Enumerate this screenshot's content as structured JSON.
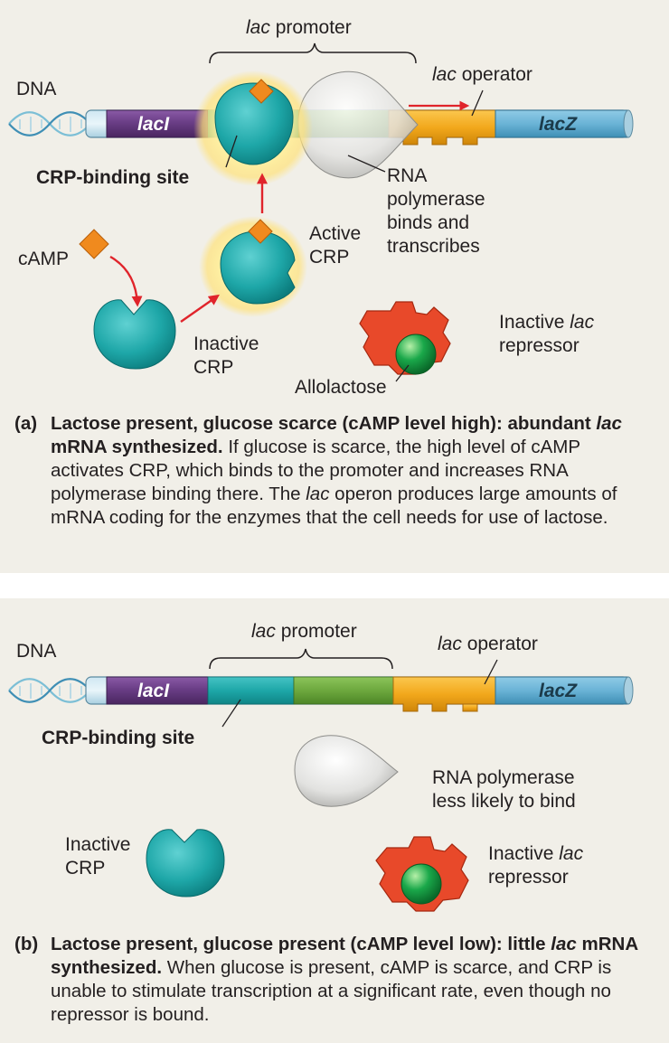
{
  "panel_a": {
    "lac_promoter": "lac promoter",
    "dna": "DNA",
    "lac_operator": "lac operator",
    "laci": "lacI",
    "lacz": "lacZ",
    "crp_binding_site": "CRP-binding site",
    "rna_pol": [
      "RNA",
      "polymerase",
      "binds and",
      "transcribes"
    ],
    "camp": "cAMP",
    "active_crp": [
      "Active",
      "CRP"
    ],
    "inactive_crp": [
      "Inactive",
      "CRP"
    ],
    "inactive_repressor": [
      "Inactive lac",
      "repressor"
    ],
    "allolactose": "Allolactose",
    "caption_letter": "(a)",
    "caption_bold": "Lactose present, glucose scarce (cAMP level high): abundant lac mRNA synthesized.",
    "caption_text": " If glucose is scarce, the high level of cAMP activates CRP, which binds to the promoter and increases RNA polymerase binding there. The lac operon produces large amounts of mRNA coding for the enzymes that the cell needs for use of lactose."
  },
  "panel_b": {
    "lac_promoter": "lac promoter",
    "dna": "DNA",
    "lac_operator": "lac operator",
    "laci": "lacI",
    "lacz": "lacZ",
    "crp_binding_site": "CRP-binding site",
    "rna_pol": [
      "RNA polymerase",
      "less likely to bind"
    ],
    "inactive_crp": [
      "Inactive",
      "CRP"
    ],
    "inactive_repressor": [
      "Inactive lac",
      "repressor"
    ],
    "caption_letter": "(b)",
    "caption_bold": "Lactose present, glucose present (cAMP level low): little lac mRNA synthesized.",
    "caption_text": " When glucose is present, cAMP is scarce, and CRP is unable to stimulate transcription at a significant rate, even though no repressor is bound."
  },
  "colors": {
    "background": "#f1efe8",
    "laci": "#6a3e86",
    "crp": "#1ea7a8",
    "promoter_green": "#6da83e",
    "operator": "#f2a81c",
    "lacz": "#6ab3d6",
    "repressor": "#e8492a",
    "allolactose": "#1aa84a",
    "camp": "#f08a1e",
    "arrow": "#e0242b"
  }
}
